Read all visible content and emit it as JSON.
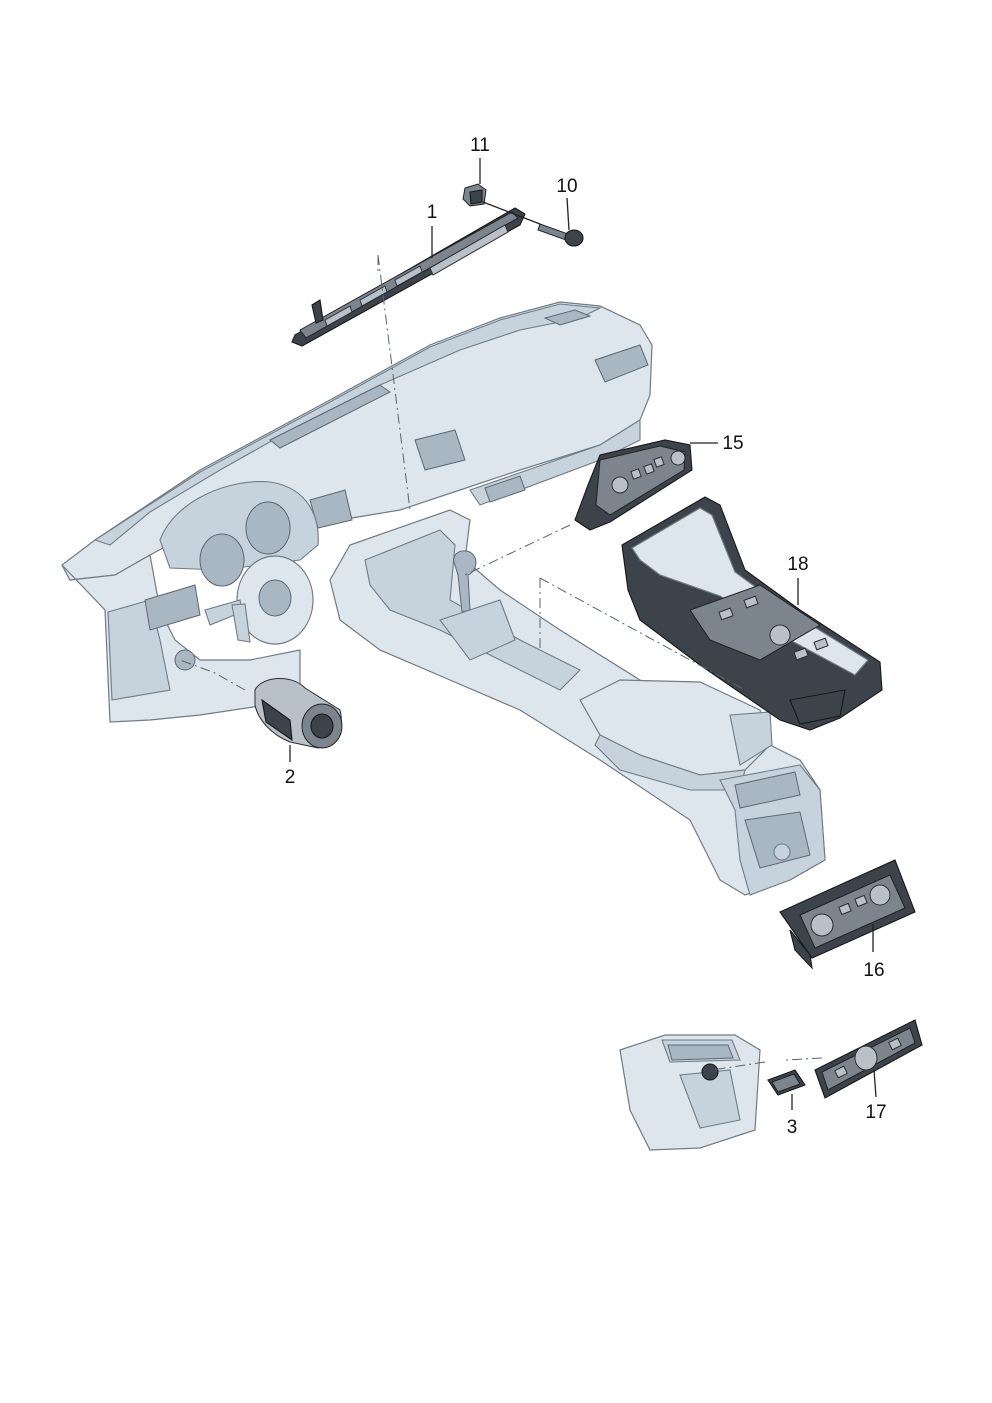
{
  "callouts": {
    "c1": "1",
    "c2": "2",
    "c3": "3",
    "c10": "10",
    "c11": "11",
    "c15": "15",
    "c16": "16",
    "c17": "17",
    "c18": "18"
  },
  "colors": {
    "background": "#ffffff",
    "dashboard": "#dde6ec",
    "dashboard_shade": "#c7d3dc",
    "part": "#3d434a",
    "outline": "#6f7b86"
  }
}
